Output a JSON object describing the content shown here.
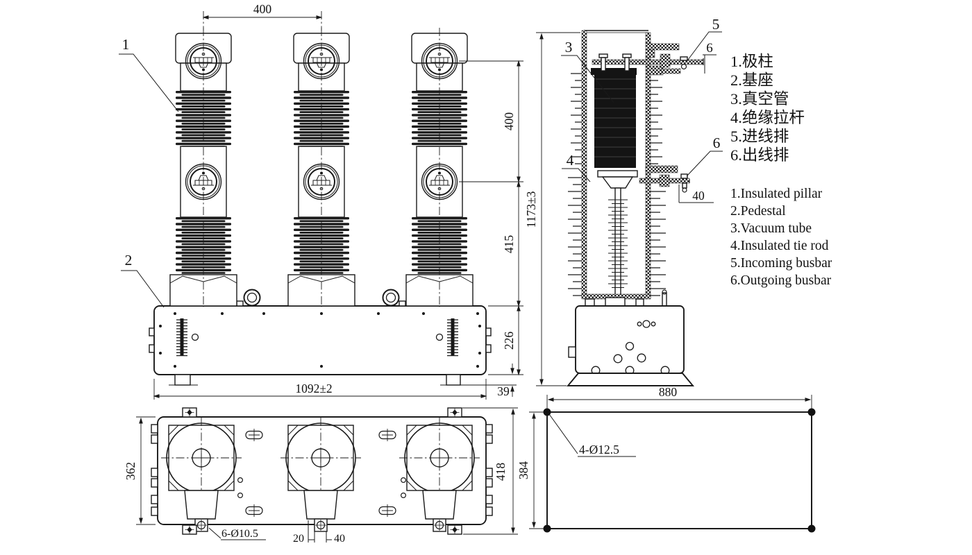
{
  "views": {
    "front": {
      "callout_pillar": "1",
      "callout_pedestal": "2",
      "dim_pole_pitch": "400",
      "dim_upper": "400",
      "dim_lower": "415",
      "dim_base_height": "226",
      "dim_base_width": "1092±2",
      "dim_foot_height": "39"
    },
    "side": {
      "callout_vacuum_tube": "3",
      "callout_tie_rod": "4",
      "callout_incoming_busbar": "5",
      "callout_outgoing_busbar": "6",
      "dim_busbar_thickness": "6",
      "dim_busbar_drop": "40",
      "dim_total_height": "1173±3"
    },
    "bottom": {
      "dim_depth": "362",
      "dim_overall_depth": "418",
      "label_mount_holes": "6-Ø10.5",
      "dim_hole_offset": "20",
      "dim_hole_pitch": "40"
    },
    "plan": {
      "dim_width": "880",
      "dim_depth": "384",
      "label_corner_holes": "4-Ø12.5"
    }
  },
  "legend": {
    "chinese": [
      "1.极柱",
      "2.基座",
      "3.真空管",
      "4.绝缘拉杆",
      "5.进线排",
      "6.出线排"
    ],
    "english": [
      "1.Insulated pillar",
      "2.Pedestal",
      "3.Vacuum tube",
      "4.Insulated tie rod",
      "5.Incoming busbar",
      "6.Outgoing busbar"
    ]
  }
}
